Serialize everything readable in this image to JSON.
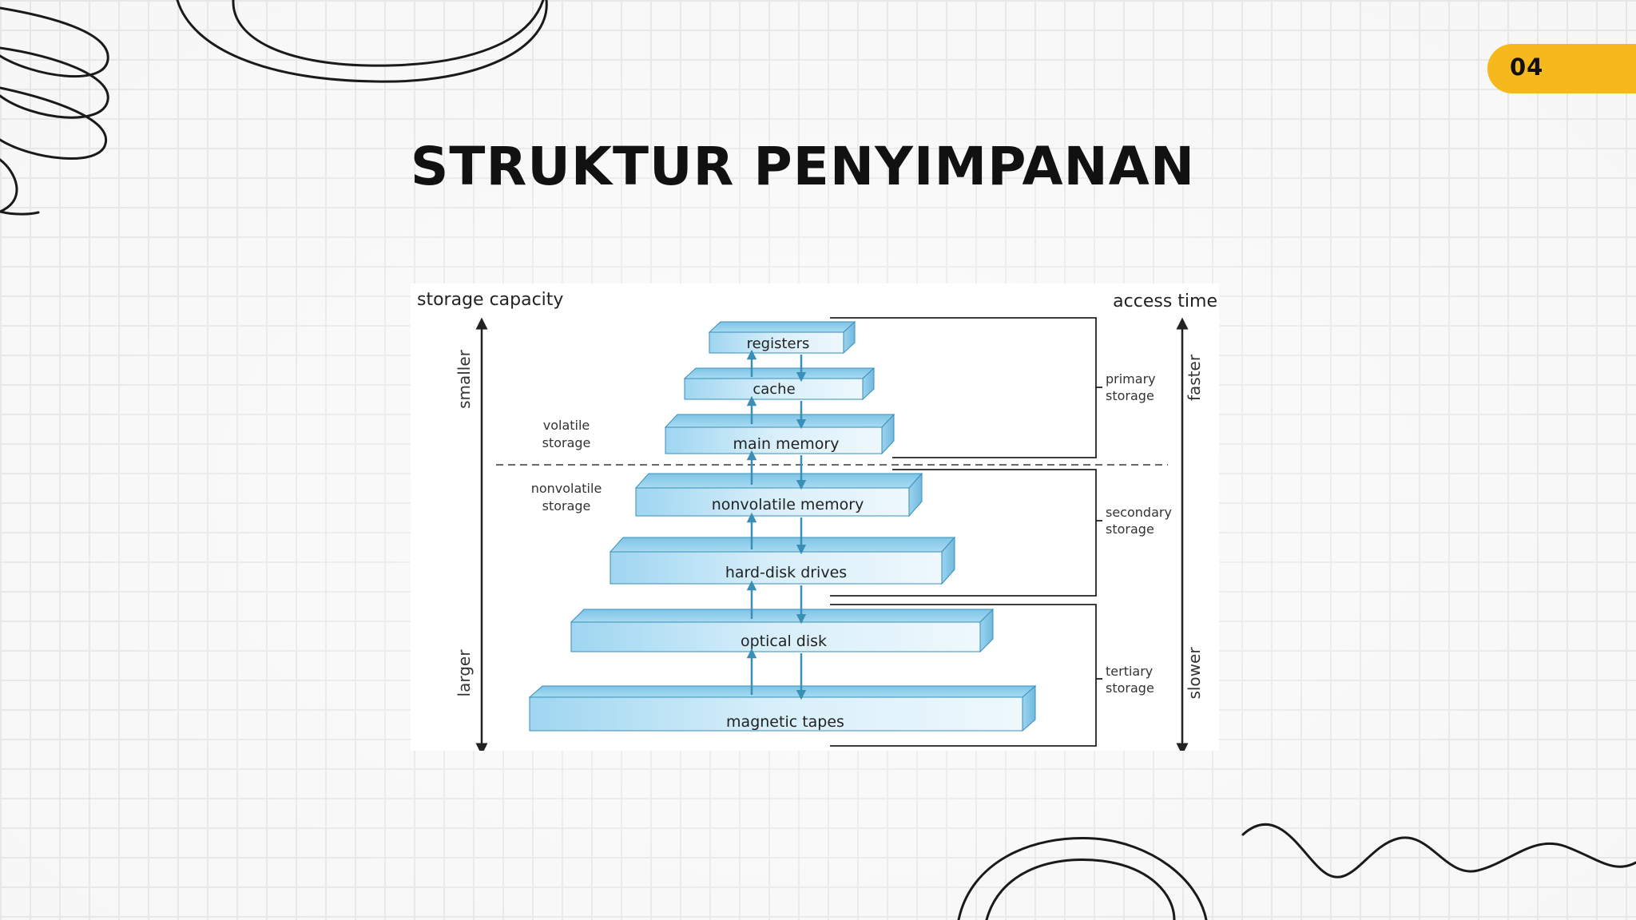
{
  "slide": {
    "page_number": "04",
    "title": "STRUKTUR PENYIMPANAN",
    "colors": {
      "accent": "#f5b91e",
      "level_fill": "#bde4f6",
      "level_edge": "#3a8fb7"
    }
  },
  "diagram": {
    "left_axis": {
      "title": "storage capacity",
      "top_label": "smaller",
      "bottom_label": "larger"
    },
    "right_axis": {
      "title": "access time",
      "top_label": "faster",
      "bottom_label": "slower"
    },
    "levels": [
      "registers",
      "cache",
      "main memory",
      "nonvolatile memory",
      "hard-disk drives",
      "optical disk",
      "magnetic tapes"
    ],
    "volatility": {
      "volatile_line1": "volatile",
      "volatile_line2": "storage",
      "nonvolatile_line1": "nonvolatile",
      "nonvolatile_line2": "storage"
    },
    "groups": {
      "primary_line1": "primary",
      "primary_line2": "storage",
      "secondary_line1": "secondary",
      "secondary_line2": "storage",
      "tertiary_line1": "tertiary",
      "tertiary_line2": "storage"
    }
  }
}
